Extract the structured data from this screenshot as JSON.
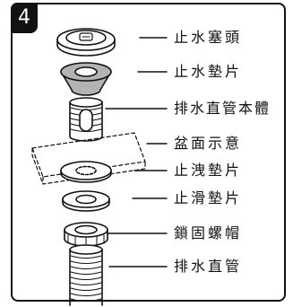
{
  "step_number": "4",
  "parts": [
    {
      "label": "止水塞頭"
    },
    {
      "label": "止水墊片"
    },
    {
      "label": "排水直管本體"
    },
    {
      "label": "盆面示意"
    },
    {
      "label": "止洩墊片"
    },
    {
      "label": "止滑墊片"
    },
    {
      "label": "鎖固螺帽"
    },
    {
      "label": "排水直管"
    }
  ],
  "colors": {
    "line": "#111111",
    "gasket_fill": "#b3b3b3",
    "background": "#ffffff"
  }
}
